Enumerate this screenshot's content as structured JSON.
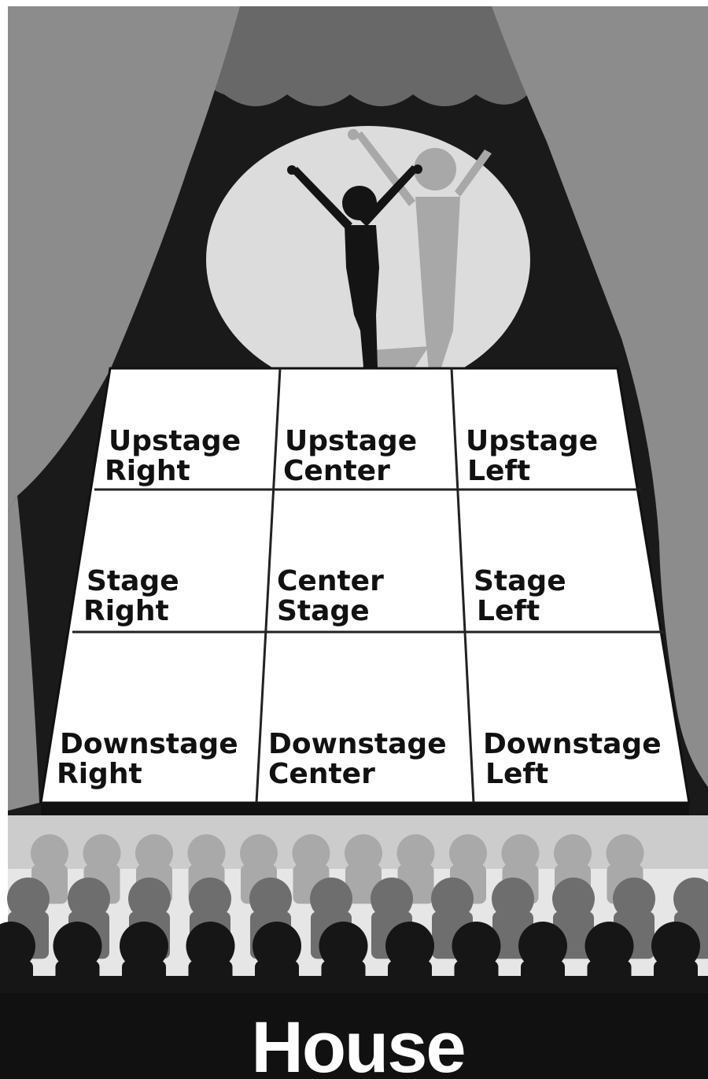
{
  "zones": [
    {
      "line1": "Upstage",
      "line2": "Right"
    },
    {
      "line1": "Upstage",
      "line2": "Center"
    },
    {
      "line1": "Upstage",
      "line2": "Left"
    },
    {
      "line1": "Stage",
      "line2": "Right"
    },
    {
      "line1": "Center",
      "line2": "Stage"
    },
    {
      "line1": "Stage",
      "line2": "Left"
    },
    {
      "line1": "Downstage",
      "line2": "Right"
    },
    {
      "line1": "Downstage",
      "line2": "Center"
    },
    {
      "line1": "Downstage",
      "line2": "Left"
    }
  ],
  "house_label": "House",
  "colors": {
    "curtain": "#8c8c8c",
    "valance": "#686868",
    "backstage": "#1a1a1a",
    "spotlight": "#dcdcdc",
    "performer": "#141414",
    "performer_shadow": "#a8a8a8",
    "stage_floor": "#ffffff",
    "grid_lines": "#222222",
    "audience_back": "#a9a9a9",
    "audience_middle": "#6e6e6e",
    "audience_front": "#161616"
  }
}
